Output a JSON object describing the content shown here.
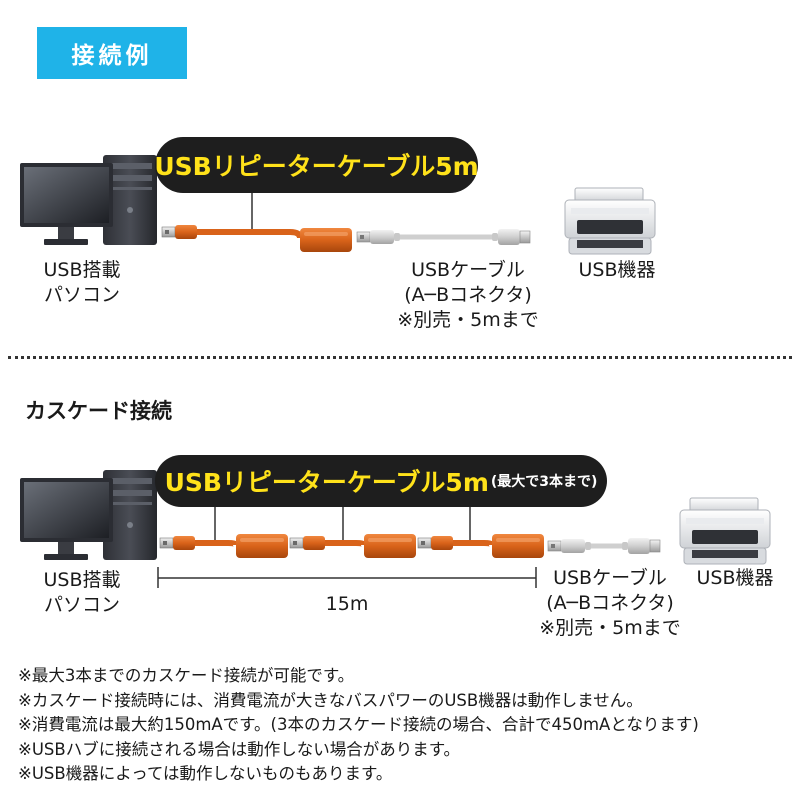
{
  "badge": "接続例",
  "top": {
    "cable_title": "USBリピーターケーブル5m",
    "pc_label_line1": "USB搭載",
    "pc_label_line2": "パソコン",
    "usb_cable_line1": "USBケーブル",
    "usb_cable_line2": "(A─Bコネクタ)",
    "usb_cable_line3": "※別売・5mまで",
    "device_label": "USB機器"
  },
  "cascade": {
    "title": "カスケード接続",
    "cable_title": "USBリピーターケーブル5m",
    "cable_sub": "(最大で3本まで)",
    "pc_label_line1": "USB搭載",
    "pc_label_line2": "パソコン",
    "length_label": "15m",
    "usb_cable_line1": "USBケーブル",
    "usb_cable_line2": "(A─Bコネクタ)",
    "usb_cable_line3": "※別売・5mまで",
    "device_label": "USB機器"
  },
  "notes": [
    "※最大3本までのカスケード接続が可能です。",
    "※カスケード接続時には、消費電流が大きなバスパワーのUSB機器は動作しません。",
    "※消費電流は最大約150mAです。(3本のカスケード接続の場合、合計で450mAとなります)",
    "※USBハブに接続される場合は動作しない場合があります。",
    "※USB機器によっては動作しないものもあります。"
  ],
  "colors": {
    "badge_bg": "#1fb3e8",
    "pill_bg": "#1e1e1e",
    "pill_text": "#ffe21a",
    "cable_orange": "#d9631a",
    "cable_gray": "#bdbdbd"
  },
  "icons": [
    "desktop-pc-icon",
    "printer-icon",
    "usb-a-plug-icon",
    "usb-b-plug-icon",
    "repeater-box-icon"
  ]
}
